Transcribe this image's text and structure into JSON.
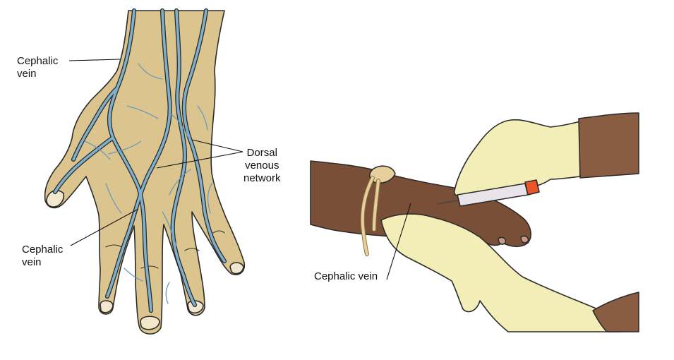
{
  "labels": {
    "cephalic_top": {
      "line1": "Cephalic",
      "line2": "vein"
    },
    "dorsal": {
      "line1": "Dorsal",
      "line2": "venous",
      "line3": "network"
    },
    "cephalic_mid": {
      "line1": "Cephalic",
      "line2": "vein"
    },
    "cephalic_right": {
      "text": "Cephalic vein"
    }
  },
  "colors": {
    "left_skin": "#dcc48f",
    "vein": "#7fb0cc",
    "dark_skin": "#7a4f38",
    "glove": "#f3eeb7",
    "outline": "#2b2b2b",
    "syringe_cap": "#e8562a"
  }
}
